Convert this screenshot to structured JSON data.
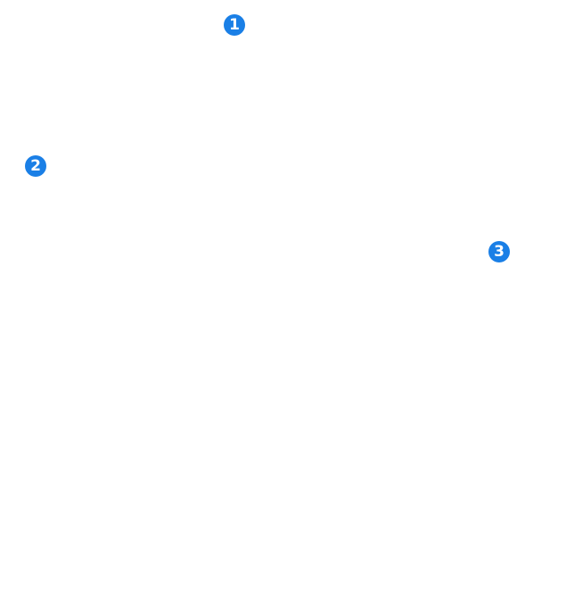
{
  "callouts": [
    {
      "label": "1"
    },
    {
      "label": "2"
    },
    {
      "label": "3"
    }
  ],
  "colors": {
    "callout_fill": "#1a7fe6",
    "background": "#ffffff"
  },
  "icons": {
    "callout": "numbered-circle-icon"
  }
}
